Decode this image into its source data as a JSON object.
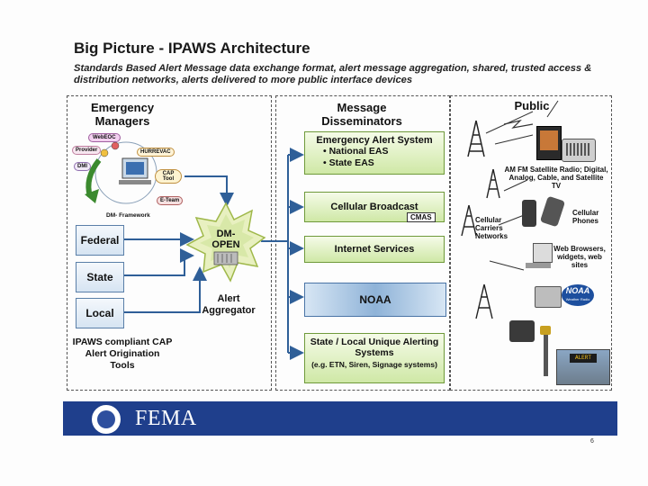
{
  "title": "Big Picture - IPAWS Architecture",
  "subtitle": "Standards Based Alert Message data exchange format, alert message aggregation, shared, trusted access & distribution networks, alerts delivered to more public interface devices",
  "emergency_managers": {
    "heading": "Emergency Managers",
    "tools": [
      "WebEOC",
      "Provider",
      "DMI",
      "HURREVAC",
      "CAP Tool",
      "E-Team",
      "DM- Framework"
    ],
    "boxes": [
      "Federal",
      "State",
      "Local"
    ],
    "footer": "IPAWS compliant CAP Alert Origination Tools"
  },
  "aggregator": {
    "label": "DM- OPEN",
    "caption": "Alert Aggregator"
  },
  "message_disseminators": {
    "heading": "Message Disseminators",
    "eas_title": "Emergency Alert System",
    "eas_items": [
      "National EAS",
      "State EAS"
    ],
    "cellular": "Cellular Broadcast",
    "cmas": "CMAS",
    "internet": "Internet Services",
    "noaa": "NOAA",
    "unique_title": "State / Local Unique Alerting Systems",
    "unique_note": "(e.g. ETN, Siren, Signage systems)"
  },
  "public": {
    "heading": "Public",
    "radio_caption": "AM FM Satellite Radio; Digital, Analog, Cable, and Satellite TV",
    "carriers": "Cellular Carriers Networks",
    "phones": "Cellular Phones",
    "web": "Web Browsers, widgets, web sites",
    "noaa_logo": "NOAA",
    "noaa_logo_sub": "Weather Radio",
    "sign_text": "ALERT"
  },
  "footer": {
    "brand": "FEMA",
    "page_number": "6"
  },
  "colors": {
    "fema_blue": "#1f3f8c",
    "arrow_blue": "#2f5f98",
    "green_box": "#cfe8a6",
    "blue_box": "#d6e4f2"
  }
}
